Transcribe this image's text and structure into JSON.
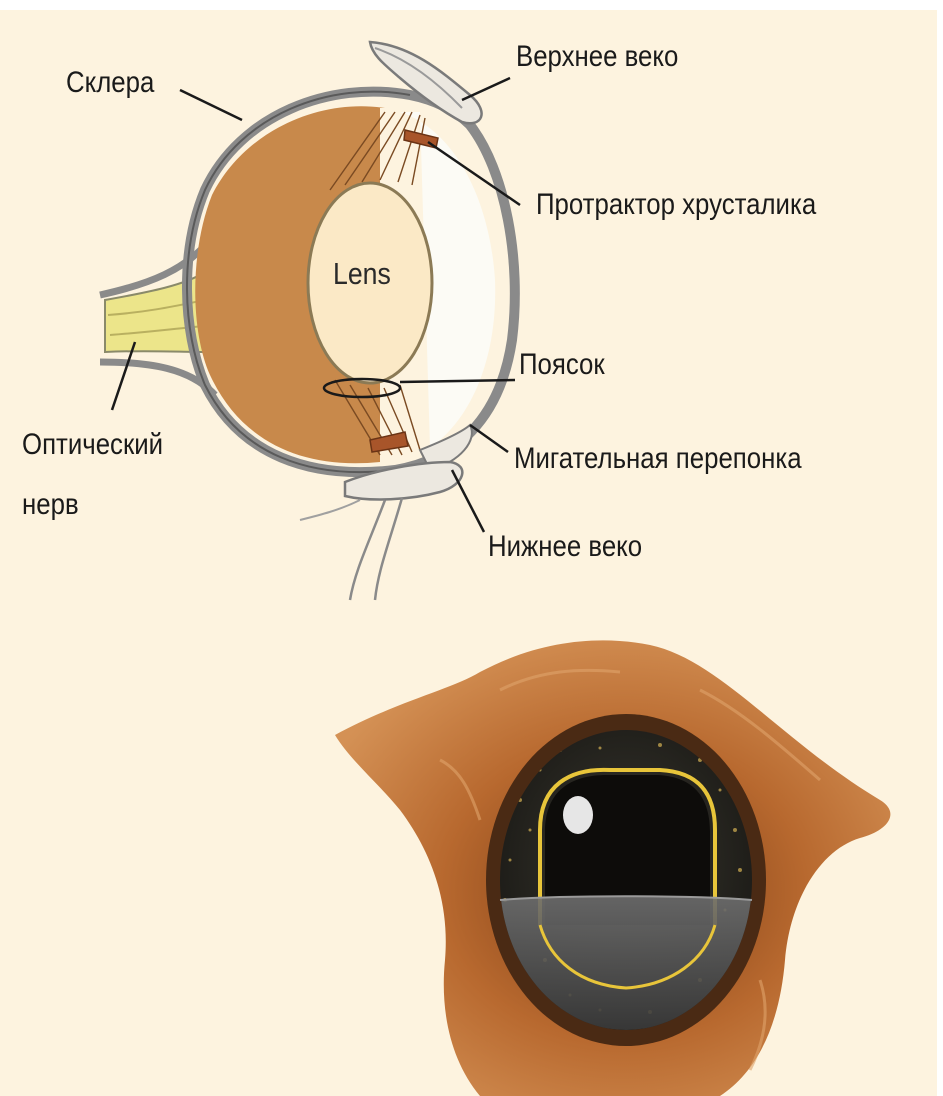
{
  "labels": {
    "upper_eyelid": "Верхнее веко",
    "sclera": "Склера",
    "lens_protractor": "Протрактор хрусталика",
    "lens": "Lens",
    "zonule": "Поясок",
    "optic_nerve_line1": "Оптический",
    "optic_nerve_line2": "нерв",
    "nictitating_membrane": "Мигательная перепонка",
    "lower_eyelid": "Нижнее веко"
  },
  "colors": {
    "background": "#fdf3df",
    "eye_interior": "#c8894b",
    "sclera": "#8a8a8a",
    "optic_nerve": "#ece58a",
    "lens": "#fbe9c6",
    "fur": "#b8692f",
    "iris": "#2c2a24",
    "iris_rim": "#e8c53a"
  }
}
